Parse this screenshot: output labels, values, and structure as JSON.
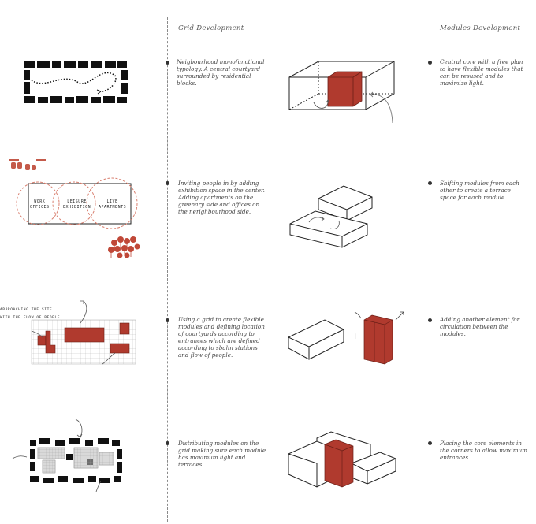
{
  "headers": {
    "grid": "Grid Development",
    "modules": "Modules Development"
  },
  "rows": [
    {
      "grid_text": "Neigbourhood monofunctional typology. A central courtyard surrounded by residential blocks.",
      "module_text": "Central core with a free plan to have flexible modules that can be resused and to maximize light."
    },
    {
      "grid_text": "Inviting people in by adding exhibition space in the center. Adding apartments on the greenary side and offices on the nerighbourhood side.",
      "module_text": "Shifting modules from each other to create a terrace space for each module."
    },
    {
      "grid_text": "Using a grid to create flexible modules and defining location of courtyards according to entrances which are defined according to sbahn stations and flow of people.",
      "module_text": "Adding another element for circulation between the modules."
    },
    {
      "grid_text": "Distributing modules on the grid making sure each module has maximum light and terraces.",
      "module_text": "Placing the core elements in the corners to allow maximum entrances."
    }
  ],
  "diagram_labels": {
    "work": "WORK\nOFFICES",
    "leisure": "LEISURE\nEXHIBITION",
    "live": "LIVE\nAPARTMENTS",
    "approach_1": "APPROACHING THE SITE",
    "approach_2": "WITH THE FLOW OF PEOPLE",
    "plus": "+"
  },
  "colors": {
    "accent_red": "#b03a2e",
    "dashed_orange": "#d98070",
    "ink": "#222222"
  }
}
